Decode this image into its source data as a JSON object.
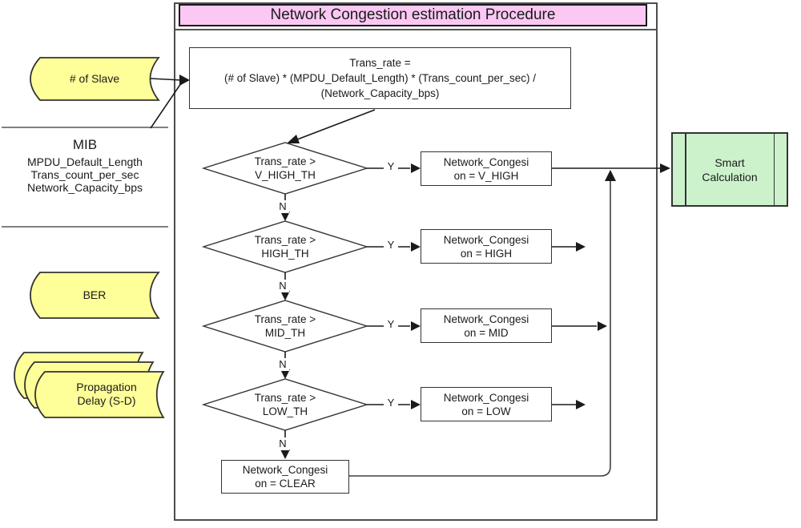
{
  "header": {
    "title": "Network Congestion estimation Procedure"
  },
  "inputs": {
    "slave_label": "# of Slave",
    "mib_title": "MIB",
    "mib_lines": [
      "MPDU_Default_Length",
      "Trans_count_per_sec",
      "Network_Capacity_bps"
    ],
    "ber_label": "BER",
    "prop_delay_line1": "Propagation",
    "prop_delay_line2": "Delay (S-D)"
  },
  "formula": {
    "line1": "Trans_rate =",
    "line2": "(# of Slave) * (MPDU_Default_Length) * (Trans_count_per_sec) /",
    "line3": "(Network_Capacity_bps)"
  },
  "labels": {
    "yes": "Y",
    "no": "N"
  },
  "decisions": [
    {
      "condition_line1": "Trans_rate >",
      "condition_line2": "V_HIGH_TH",
      "result_line1": "Network_Congesi",
      "result_line2": "on = V_HIGH"
    },
    {
      "condition_line1": "Trans_rate >",
      "condition_line2": "HIGH_TH",
      "result_line1": "Network_Congesi",
      "result_line2": "on = HIGH"
    },
    {
      "condition_line1": "Trans_rate >",
      "condition_line2": "MID_TH",
      "result_line1": "Network_Congesi",
      "result_line2": "on = MID"
    },
    {
      "condition_line1": "Trans_rate >",
      "condition_line2": "LOW_TH",
      "result_line1": "Network_Congesi",
      "result_line2": "on = LOW"
    }
  ],
  "fallback": {
    "result_line1": "Network_Congesi",
    "result_line2": "on = CLEAR"
  },
  "output": {
    "line1": "Smart",
    "line2": "Calculation"
  },
  "colors": {
    "title_bg": "#FBC8F3",
    "input_fill": "#FFFF99",
    "output_fill": "#CCF2CC",
    "shape_stroke": "#333333",
    "frame_stroke": "#4d4d4d",
    "divider_stroke": "#808080"
  }
}
